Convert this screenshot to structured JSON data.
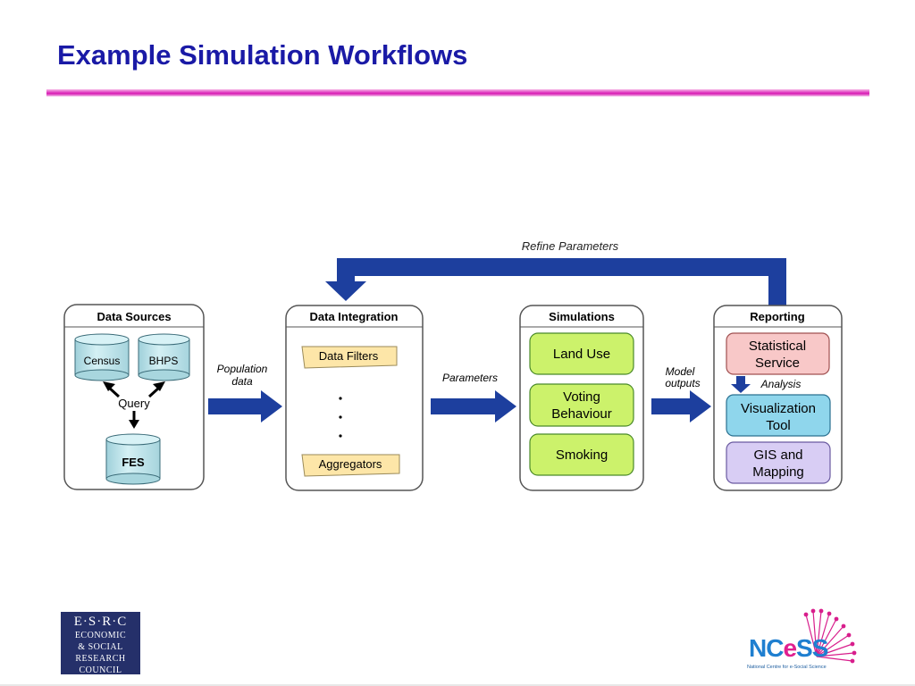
{
  "slide": {
    "title": "Example Simulation Workflows"
  },
  "diagram": {
    "feedback_label": "Refine Parameters",
    "panels": {
      "data_sources": {
        "title": "Data Sources",
        "census": "Census",
        "bhps": "BHPS",
        "query": "Query",
        "fes": "FES"
      },
      "data_integration": {
        "title": "Data Integration",
        "filters": "Data Filters",
        "aggregators": "Aggregators"
      },
      "simulations": {
        "title": "Simulations",
        "items": [
          "Land Use",
          "Voting",
          "Behaviour",
          "Smoking"
        ]
      },
      "reporting": {
        "title": "Reporting",
        "statistical": [
          "Statistical",
          "Service"
        ],
        "analysis": "Analysis",
        "visualization": [
          "Visualization",
          "Tool"
        ],
        "gis": [
          "GIS and",
          "Mapping"
        ]
      }
    },
    "connectors": {
      "population": [
        "Population",
        "data"
      ],
      "parameters": "Parameters",
      "model": [
        "Model",
        "outputs"
      ]
    },
    "colors": {
      "arrow": "#1d3f9e",
      "cylinder": "#bfe3e9",
      "note": "#fde6a8",
      "simulation": "#ccf26b",
      "statistical": "#f8c8c8",
      "visualization": "#8fd6ec",
      "gis": "#d8cdf4",
      "title": "#1a1aa6"
    }
  },
  "logos": {
    "esrc": [
      "E·S·R·C",
      "ECONOMIC",
      "& SOCIAL",
      "RESEARCH",
      "COUNCIL"
    ],
    "ncess_word_a": "NC",
    "ncess_word_e": "e",
    "ncess_word_b": "SS",
    "ncess_tagline": "National Centre for e-Social Science"
  }
}
